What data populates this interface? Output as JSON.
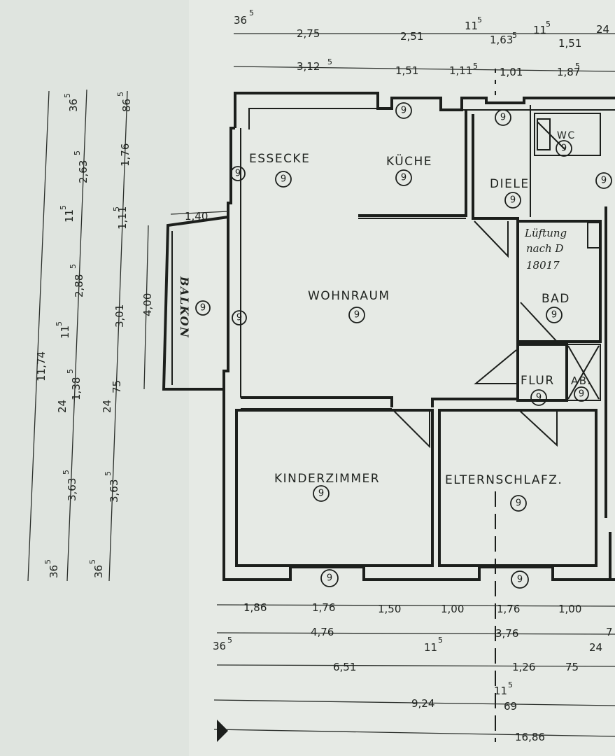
{
  "rooms": {
    "essecke": "ESSECKE",
    "kueche": "KÜCHE",
    "diele": "DIELE",
    "wc": "WC",
    "wohnraum": "WOHNRAUM",
    "balkon": "BALKON",
    "bad": "BAD",
    "flur": "FLUR",
    "ab": "AB.",
    "kinderzimmer": "KINDERZIMMER",
    "elternschlafz": "ELTERNSCHLAFZ."
  },
  "badge_number": "9",
  "handnote": {
    "line1": "Lüftung",
    "line2": "nach D",
    "line3": "18017"
  },
  "dims_top_row1": {
    "d_36": "36",
    "s_36": "5",
    "d_275": "2,75",
    "d_251": "2,51",
    "d_11a": "11",
    "s_11a": "5",
    "d_163": "1,63",
    "s_163": "5",
    "d_11b": "11",
    "s_11b": "5",
    "d_151": "1,51",
    "d_24": "24"
  },
  "dims_top_row2": {
    "d_312": "3,12",
    "s_312": "5",
    "d_151": "1,51",
    "d_111": "1,11",
    "s_111": "5",
    "d_101": "1,01",
    "d_187": "1,87",
    "s_187": "5"
  },
  "dims_left_outer": {
    "d_1174": "11,74",
    "d_36top": "36",
    "s_36top": "5",
    "d_2635": "2,63",
    "s_2635": "5",
    "d_11": "11",
    "s_11": "5",
    "d_2885": "2,88",
    "s_2885": "5",
    "d_11b": "11",
    "s_11b": "5",
    "d_1385": "1,38",
    "s_1385": "5",
    "d_24": "24",
    "d_3635": "3,63",
    "s_3635": "5",
    "d_36bot": "36",
    "s_36bot": "5"
  },
  "dims_left_inner": {
    "d_865": "86",
    "s_865": "5",
    "d_176": "1,76",
    "d_1115": "1,11",
    "s_1115": "5",
    "d_301": "3,01",
    "d_75": "75",
    "d_24": "24",
    "d_3635": "3,63",
    "s_3635": "5",
    "d_36bot": "36",
    "s_36bot": "5"
  },
  "dims_balkon": {
    "d_140": "1,40",
    "d_400": "4,00"
  },
  "dims_bottom_row1": {
    "d_186": "1,86",
    "d_176a": "1,76",
    "d_150": "1,50",
    "d_100a": "1,00",
    "d_176b": "1,76",
    "d_100b": "1,00"
  },
  "dims_bottom_row2": {
    "d_36": "36",
    "s_36": "5",
    "d_476": "4,76",
    "d_11": "11",
    "s_11": "5",
    "d_376": "3,76",
    "d_24": "24",
    "d_7": "7"
  },
  "dims_bottom_row3": {
    "d_651": "6,51",
    "d_126": "1,26",
    "d_75": "75"
  },
  "dims_bottom_row4": {
    "d_924": "9,24",
    "d_11": "11",
    "s_11": "5",
    "d_69": "69"
  },
  "dims_bottom_row5": {
    "d_1686": "16,86"
  }
}
